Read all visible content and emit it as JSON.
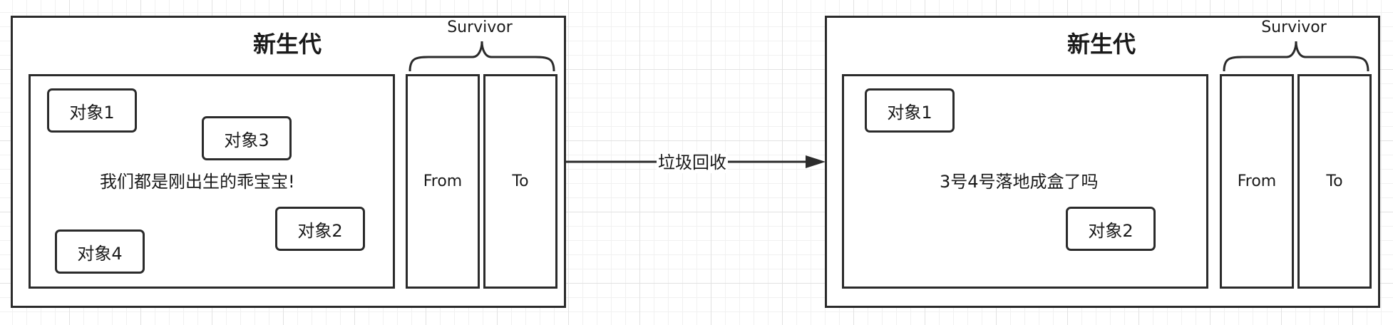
{
  "left": {
    "title": "新生代",
    "survivor_label": "Survivor",
    "from_label": "From",
    "to_label": "To",
    "objects": [
      "对象1",
      "对象3",
      "对象2",
      "对象4"
    ],
    "caption": "我们都是刚出生的乖宝宝!"
  },
  "arrow": {
    "label": "垃圾回收"
  },
  "right": {
    "title": "新生代",
    "survivor_label": "Survivor",
    "from_label": "From",
    "to_label": "To",
    "objects": [
      "对象1",
      "对象2"
    ],
    "caption": "3号4号落地成盒了吗"
  }
}
